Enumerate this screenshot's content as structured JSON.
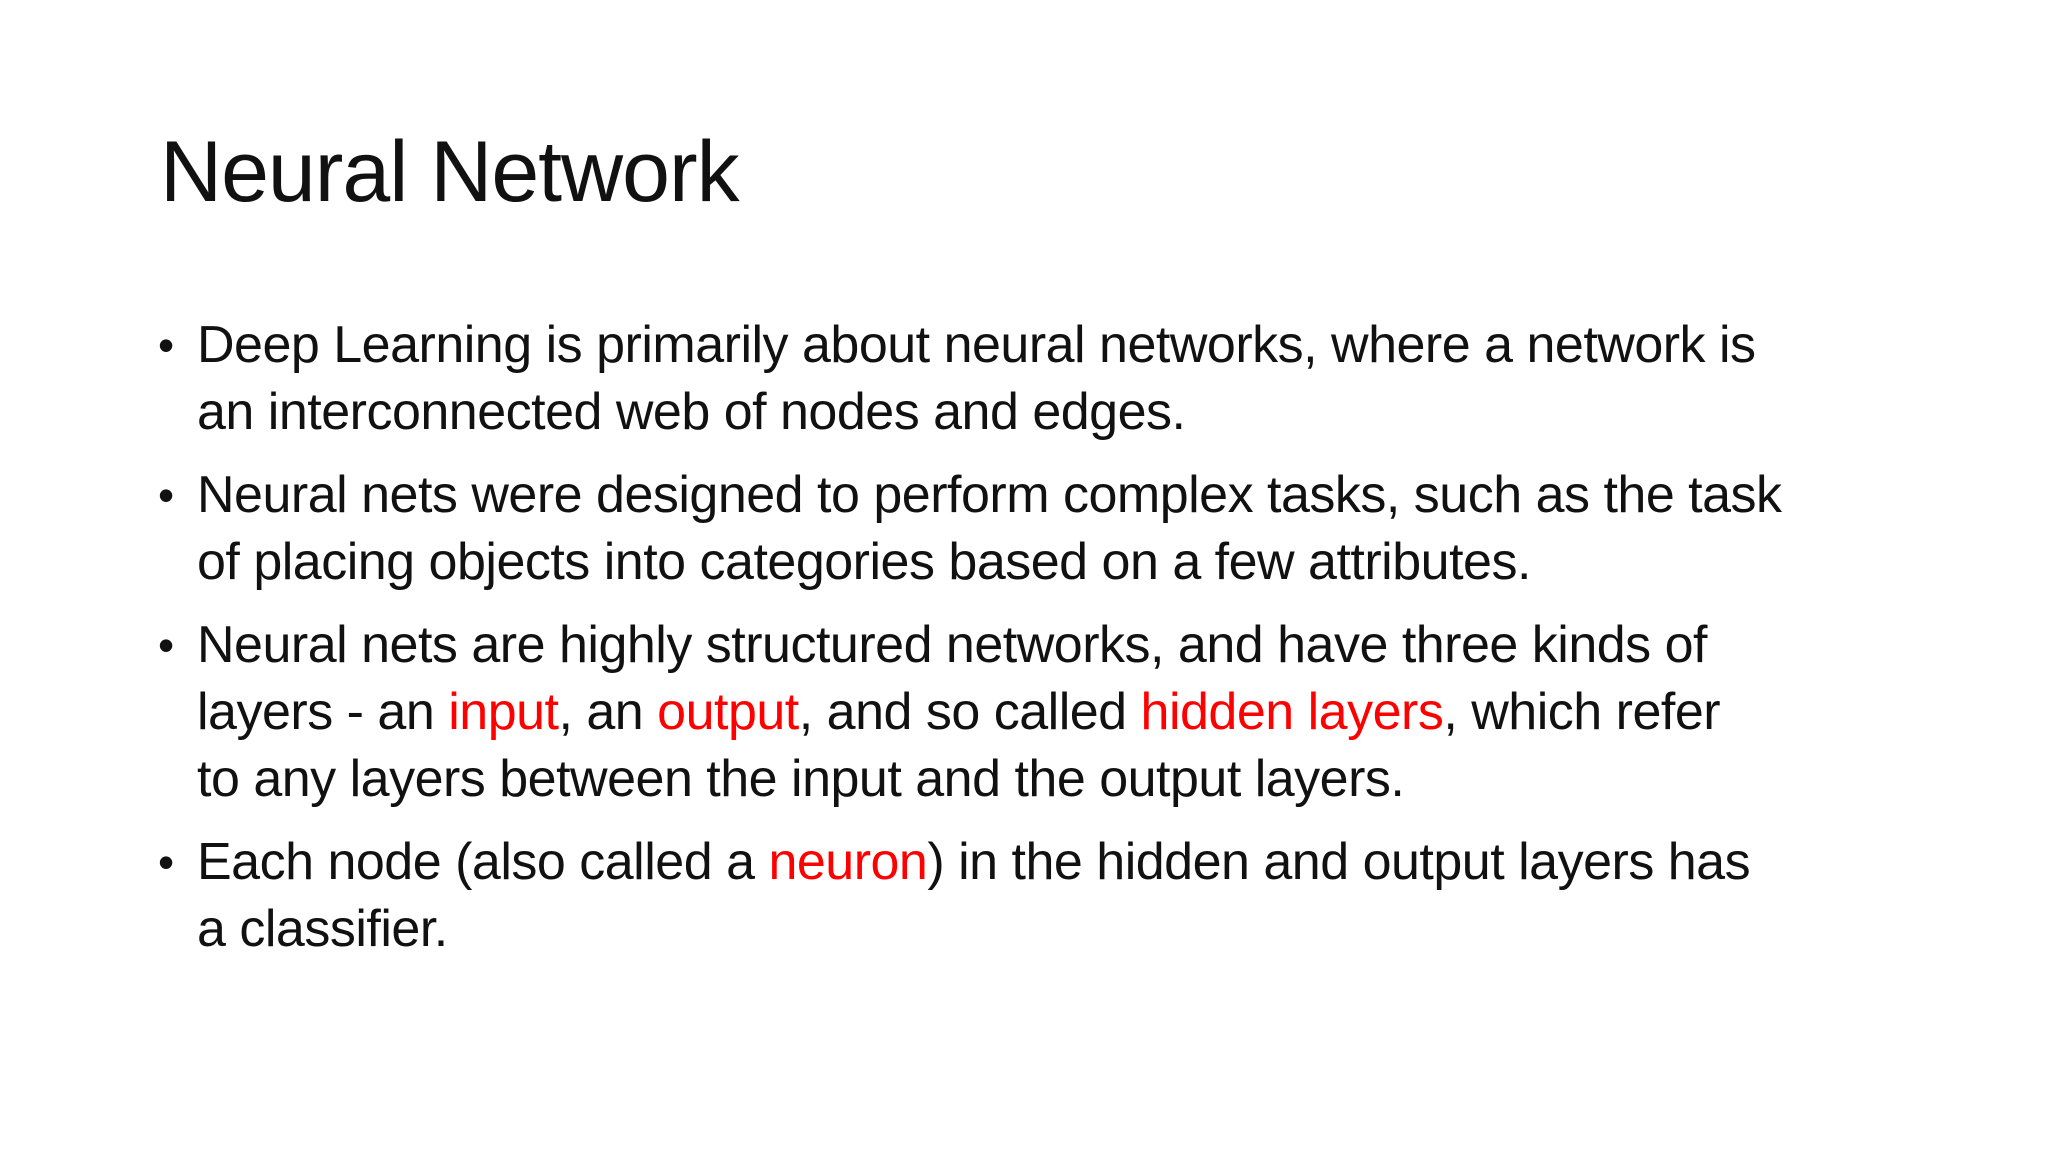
{
  "slide": {
    "title": "Neural Network",
    "bullet_char": "•",
    "text_color": "#111111",
    "accent_red": "#fe0000",
    "background": "#ffffff",
    "bullets": [
      {
        "lines": [
          [
            {
              "t": "Deep Learning is primarily about neural networks, where a network is"
            }
          ],
          [
            {
              "t": "an interconnected web of nodes and edges."
            }
          ]
        ]
      },
      {
        "lines": [
          [
            {
              "t": "Neural nets were designed to perform complex tasks, such as the task"
            }
          ],
          [
            {
              "t": "of placing objects into categories based on a few attributes."
            }
          ]
        ]
      },
      {
        "lines": [
          [
            {
              "t": "Neural nets are highly structured networks, and have three kinds of"
            }
          ],
          [
            {
              "t": "layers - an "
            },
            {
              "t": "input",
              "red": true
            },
            {
              "t": ", an "
            },
            {
              "t": "output",
              "red": true
            },
            {
              "t": ", and so called "
            },
            {
              "t": "hidden layers",
              "red": true
            },
            {
              "t": ", which refer"
            }
          ],
          [
            {
              "t": "to any layers between the input and the output layers."
            }
          ]
        ]
      },
      {
        "lines": [
          [
            {
              "t": "Each node (also called a "
            },
            {
              "t": "neuron",
              "red": true
            },
            {
              "t": ") in the hidden and output layers has"
            }
          ],
          [
            {
              "t": "a classifier."
            }
          ]
        ]
      }
    ]
  }
}
